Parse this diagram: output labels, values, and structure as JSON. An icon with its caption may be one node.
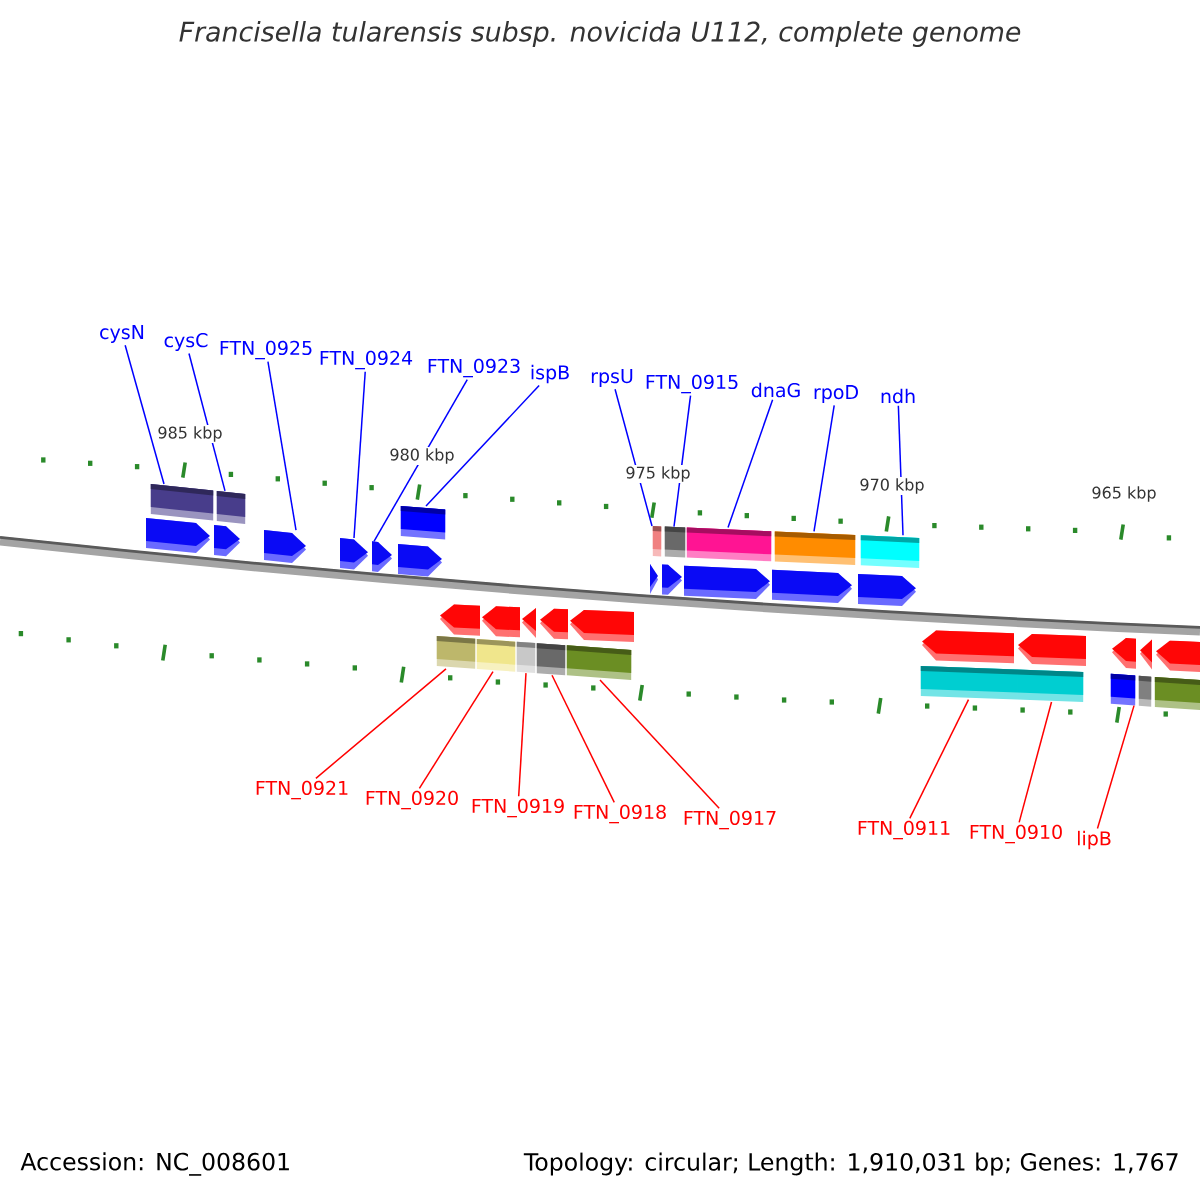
{
  "diagram": {
    "title": "Francisella tularensis subsp. novicida U112, complete genome",
    "nodes": [
      {
        "text": [
          "cysN"
        ]
      },
      {
        "text": [
          "cysC"
        ]
      },
      {
        "text": [
          "FTN_0925"
        ]
      },
      {
        "text": [
          "FTN_0924"
        ]
      },
      {
        "text": [
          "FTN_0923"
        ]
      },
      {
        "text": [
          "ispB"
        ]
      },
      {
        "text": [
          "rpsU"
        ]
      },
      {
        "text": [
          "FTN_0915"
        ]
      },
      {
        "text": [
          "dnaG"
        ]
      },
      {
        "text": [
          "rpoD"
        ]
      },
      {
        "text": [
          "ndh"
        ]
      },
      {
        "text": [],
        "shape": "arrow"
      },
      {
        "text": [],
        "shape": "arrow"
      },
      {
        "text": [],
        "shape": "arrow"
      },
      {
        "text": [],
        "shape": "arrow"
      },
      {
        "text": [],
        "shape": "arrow"
      },
      {
        "text": [],
        "shape": "arrow"
      },
      {
        "text": [],
        "shape": "arrow"
      },
      {
        "text": [],
        "shape": "arrow"
      },
      {
        "text": [],
        "shape": "arrow"
      },
      {
        "text": [],
        "shape": "arrow"
      },
      {
        "text": [],
        "shape": "arrow"
      },
      {
        "text": [],
        "shape": "arrow"
      },
      {
        "text": [],
        "shape": "arrow"
      },
      {
        "text": [],
        "shape": "arrow"
      },
      {
        "text": [],
        "shape": "arrow"
      },
      {
        "text": [],
        "shape": "arrow"
      },
      {
        "text": [],
        "shape": "arrow"
      },
      {
        "text": [],
        "shape": "arrow"
      },
      {
        "text": [],
        "shape": "arrow"
      },
      {
        "text": [],
        "shape": "arrow"
      },
      {
        "text": [],
        "shape": "arrow"
      },
      {
        "text": [
          "FTN_0921"
        ]
      },
      {
        "text": [
          "FTN_0920"
        ]
      },
      {
        "text": [
          "FTN_0919"
        ]
      },
      {
        "text": [
          "FTN_0918"
        ]
      },
      {
        "text": [
          "FTN_0917"
        ]
      },
      {
        "text": [
          "FTN_0911"
        ]
      },
      {
        "text": [
          "FTN_0910"
        ]
      },
      {
        "text": [
          "lipB"
        ]
      }
    ],
    "edges": [
      {
        "from": 0,
        "to": 11,
        "arrow": "none"
      },
      {
        "from": 1,
        "to": 12,
        "arrow": "none"
      },
      {
        "from": 2,
        "to": 13,
        "arrow": "none"
      },
      {
        "from": 3,
        "to": 14,
        "arrow": "none"
      },
      {
        "from": 4,
        "to": 15,
        "arrow": "none"
      },
      {
        "from": 5,
        "to": 16,
        "arrow": "none"
      },
      {
        "from": 6,
        "to": 17,
        "arrow": "none"
      },
      {
        "from": 7,
        "to": 18,
        "arrow": "none"
      },
      {
        "from": 8,
        "to": 19,
        "arrow": "none"
      },
      {
        "from": 9,
        "to": 20,
        "arrow": "none"
      },
      {
        "from": 10,
        "to": 21,
        "arrow": "none"
      },
      {
        "from": 32,
        "to": 22,
        "arrow": "none",
        "color": "#ff0000"
      },
      {
        "from": 33,
        "to": 23,
        "arrow": "none",
        "color": "#ff0000"
      },
      {
        "from": 34,
        "to": 24,
        "arrow": "none",
        "color": "#ff0000"
      },
      {
        "from": 35,
        "to": 25,
        "arrow": "none",
        "color": "#ff0000"
      },
      {
        "from": 36,
        "to": 26,
        "arrow": "none",
        "color": "#ff0000"
      },
      {
        "from": 37,
        "to": 27,
        "arrow": "none",
        "color": "#ff0000"
      },
      {
        "from": 38,
        "to": 28,
        "arrow": "none",
        "color": "#ff0000"
      },
      {
        "from": 39,
        "to": 29,
        "arrow": "none",
        "color": "#ff0000"
      }
    ],
    "labels": [
      "985 kbp",
      "980 kbp",
      "975 kbp",
      "970 kbp",
      "965 kbp",
      "Accession: NC_008601",
      "Topology: circular; Length: 1,910,031 bp; Genes: 1,767"
    ]
  }
}
